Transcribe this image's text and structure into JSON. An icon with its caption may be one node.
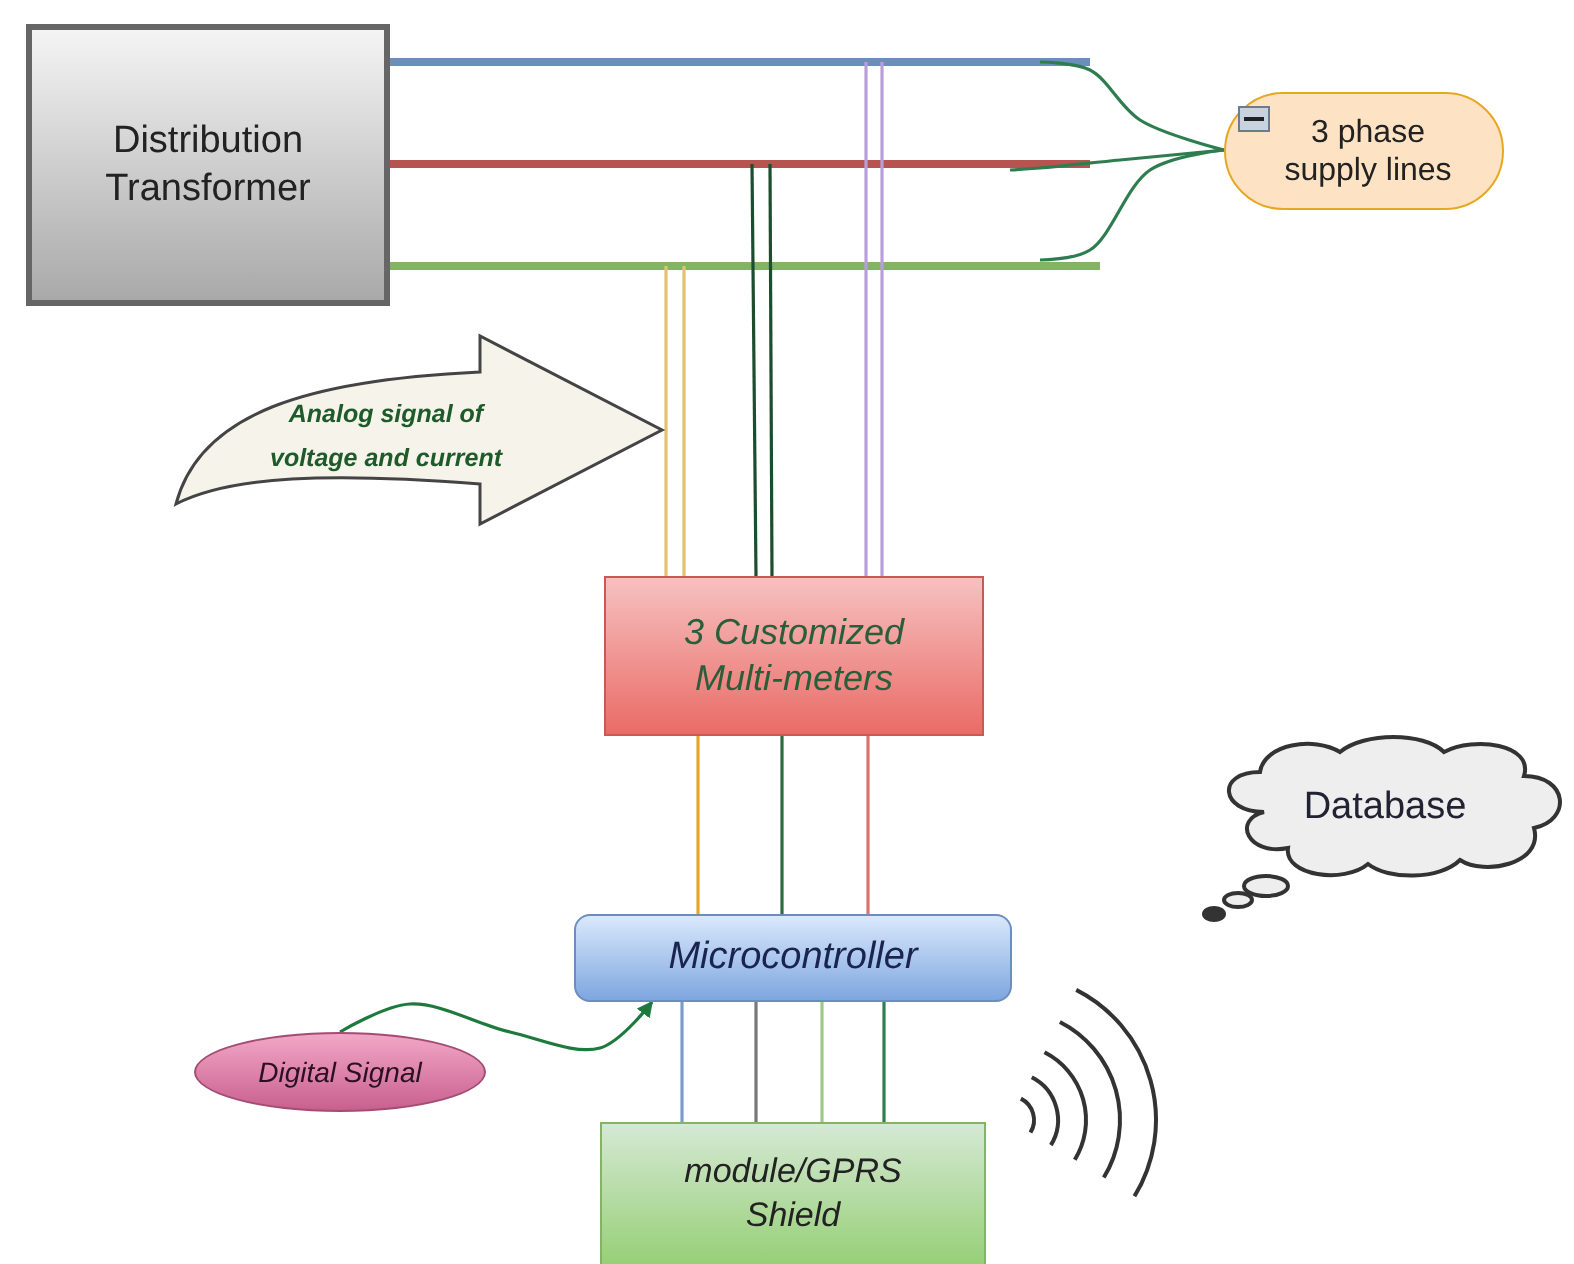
{
  "diagram": {
    "nodes": [
      {
        "text": [
          "Distribution Transformer"
        ]
      },
      {
        "text": [
          "3 phase supply lines"
        ]
      },
      {
        "text": [
          "Analog signal of voltage and current"
        ]
      },
      {
        "text": [
          "3 Customized Multi-meters"
        ]
      },
      {
        "text": [
          "Microcontroller"
        ]
      },
      {
        "text": [
          "Digital Signal"
        ]
      },
      {
        "text": [
          "module/GPRS Shield"
        ]
      },
      {
        "text": [
          "Database"
        ]
      }
    ],
    "edges": [
      {
        "from": 0,
        "to": null,
        "arrow": "none",
        "style": "thick",
        "color": "#6c8ebf"
      },
      {
        "from": 0,
        "to": null,
        "arrow": "none",
        "style": "thick",
        "color": "#b85450"
      },
      {
        "from": 0,
        "to": null,
        "arrow": "none",
        "style": "thick",
        "color": "#82b366"
      },
      {
        "from": null,
        "to": 3,
        "arrow": "none",
        "color": "#e3c170"
      },
      {
        "from": null,
        "to": 3,
        "arrow": "none",
        "color": "#e3c170"
      },
      {
        "from": null,
        "to": 3,
        "arrow": "none",
        "color": "#1b4d2e"
      },
      {
        "from": null,
        "to": 3,
        "arrow": "none",
        "color": "#1b4d2e"
      },
      {
        "from": null,
        "to": 3,
        "arrow": "none",
        "color": "#b7a0d8"
      },
      {
        "from": null,
        "to": 3,
        "arrow": "none",
        "color": "#b7a0d8"
      },
      {
        "from": 1,
        "to": null,
        "arrow": "none",
        "color": "#2e7d4f"
      },
      {
        "from": 1,
        "to": null,
        "arrow": "none",
        "color": "#2e7d4f"
      },
      {
        "from": 1,
        "to": null,
        "arrow": "none",
        "color": "#2e7d4f"
      },
      {
        "from": 3,
        "to": 4,
        "arrow": "none",
        "color": "#e6a823"
      },
      {
        "from": 3,
        "to": 4,
        "arrow": "none",
        "color": "#2e6b3f"
      },
      {
        "from": 3,
        "to": 4,
        "arrow": "none",
        "color": "#d9736f"
      },
      {
        "from": 4,
        "to": 6,
        "arrow": "none",
        "color": "#7a9cc6"
      },
      {
        "from": 4,
        "to": 6,
        "arrow": "none",
        "color": "#777777"
      },
      {
        "from": 4,
        "to": 6,
        "arrow": "none",
        "color": "#9cc98a"
      },
      {
        "from": 4,
        "to": 6,
        "arrow": "none",
        "color": "#2e7d4f"
      },
      {
        "from": 5,
        "to": 4,
        "arrow": "to",
        "color": "#1e7a3c"
      }
    ]
  }
}
